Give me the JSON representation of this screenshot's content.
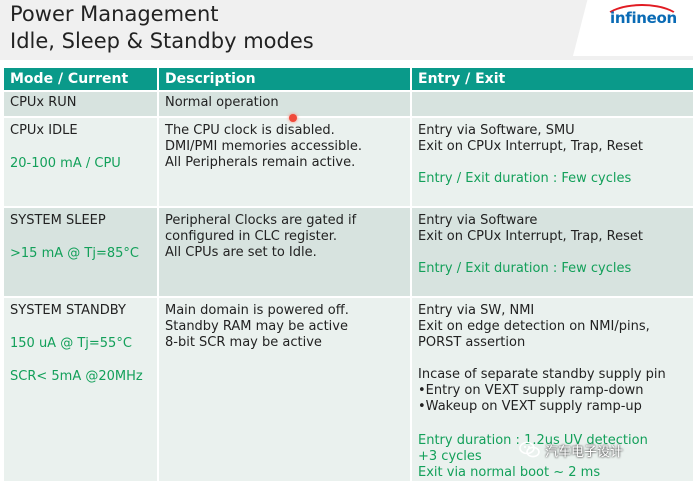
{
  "header": {
    "title_line1": "Power Management",
    "title_line2": "Idle, Sleep & Standby modes",
    "logo_text": "infineon"
  },
  "table": {
    "columns": [
      "Mode / Current",
      "Description",
      "Entry / Exit"
    ],
    "rows": [
      {
        "mode": [
          "CPUx RUN"
        ],
        "mode_green": [],
        "description": [
          "Normal operation"
        ],
        "entry_exit": [],
        "entry_exit_green": []
      },
      {
        "mode": [
          "CPUx IDLE"
        ],
        "mode_green": [
          "20-100 mA / CPU"
        ],
        "description": [
          "The CPU clock is disabled.",
          "DMI/PMI memories accessible.",
          "All Peripherals remain active."
        ],
        "entry_exit": [
          "Entry via  Software, SMU",
          "Exit on CPUx Interrupt, Trap, Reset"
        ],
        "entry_exit_green": [
          "Entry / Exit duration : Few cycles"
        ]
      },
      {
        "mode": [
          "SYSTEM SLEEP"
        ],
        "mode_green": [
          ">15 mA @ Tj=85°C"
        ],
        "description": [
          "Peripheral Clocks are gated if",
          "configured in CLC register.",
          "All CPUs are set to Idle."
        ],
        "entry_exit": [
          "Entry via  Software",
          "Exit on CPUx Interrupt, Trap, Reset"
        ],
        "entry_exit_green": [
          "Entry / Exit duration : Few cycles"
        ]
      },
      {
        "mode": [
          "SYSTEM STANDBY"
        ],
        "mode_green": [
          "150 uA @ Tj=55°C",
          "SCR< 5mA @20MHz"
        ],
        "description": [
          "Main domain is powered off.",
          "Standby RAM may be active",
          "8-bit SCR may be active"
        ],
        "entry_exit": [
          "Entry via SW, NMI",
          "Exit on edge detection on NMI/pins,",
          "PORST assertion"
        ],
        "entry_exit_extra": [
          "Incase of separate standby supply pin",
          "•Entry on VEXT supply ramp-down",
          "•Wakeup on VEXT supply ramp-up"
        ],
        "entry_exit_green": [
          "Entry duration : 1.2us UV detection",
          "+3 cycles",
          "Exit via normal boot ~ 2 ms"
        ]
      }
    ]
  },
  "watermark": {
    "text": "汽车电子设计",
    "icon": "wechat-icon"
  },
  "colors": {
    "header_bg": "#0a9a8a",
    "row_dark": "#d7e3df",
    "row_light": "#eaf1ee",
    "green_text": "#13a05a",
    "logo_blue": "#0a6bb5",
    "logo_red": "#e11b22"
  }
}
